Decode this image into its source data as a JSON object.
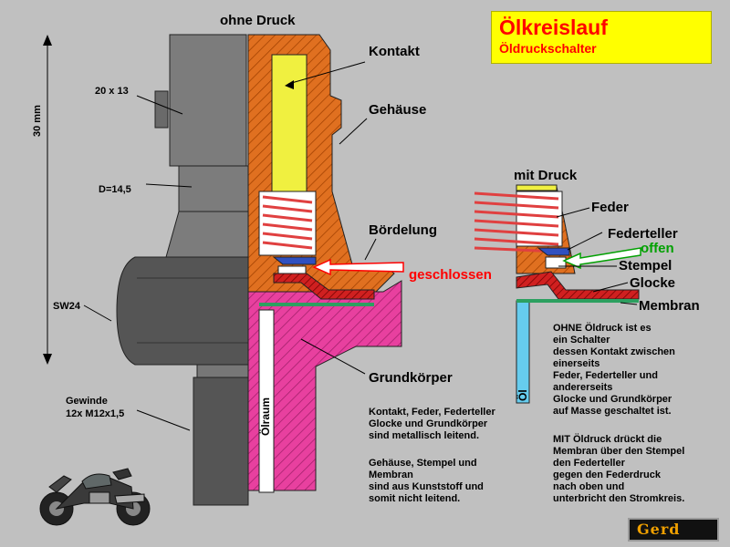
{
  "title": {
    "main": "Ölkreislauf",
    "sub": "Öldruckschalter"
  },
  "labels": {
    "ohne_druck": "ohne Druck",
    "mit_druck": "mit Druck",
    "kontakt": "Kontakt",
    "gehaeuse": "Gehäuse",
    "boerdelung": "Bördelung",
    "geschlossen": "geschlossen",
    "grundkoerper": "Grundkörper",
    "oelraum": "Ölraum",
    "oel": "Öl",
    "feder": "Feder",
    "federteller": "Federteller",
    "offen": "offen",
    "stempel": "Stempel",
    "glocke": "Glocke",
    "membran": "Membran"
  },
  "dimensions": {
    "height": "30 mm",
    "hex_top": "20 x 13",
    "diameter": "D=14,5",
    "wrench": "SW24",
    "thread_line1": "Gewinde",
    "thread_line2": "12x M12x1,5"
  },
  "paragraphs": {
    "conductive": [
      "Kontakt, Feder, Federteller",
      "Glocke und Grundkörper",
      "sind metallisch leitend."
    ],
    "insulating": [
      "Gehäuse, Stempel und",
      "Membran",
      "sind aus Kunststoff und",
      "somit nicht leitend."
    ],
    "ohne_oeldruck": [
      "OHNE Öldruck ist es",
      "ein Schalter",
      "dessen Kontakt zwischen",
      "einerseits",
      "Feder, Federteller und",
      "andererseits",
      "Glocke und Grundkörper",
      "auf Masse geschaltet ist."
    ],
    "mit_oeldruck": [
      "MIT Öldruck drückt die",
      "Membran über den Stempel",
      "den Federteller",
      "gegen den Federdruck",
      "nach oben und",
      "unterbricht den Stromkreis."
    ]
  },
  "logo": "Gerd",
  "colors": {
    "background": "#c0c0c0",
    "gray_body": "#7c7c7c",
    "dark_nut": "#555555",
    "housing": "#e07020",
    "base": "#e8409f",
    "contact": "#f0f040",
    "spring": "#e04040",
    "title_bg": "#ffff00",
    "title_text": "#ff0000",
    "geschlossen": "#ff0000",
    "offen": "#00a000",
    "oil": "#66ccee"
  }
}
